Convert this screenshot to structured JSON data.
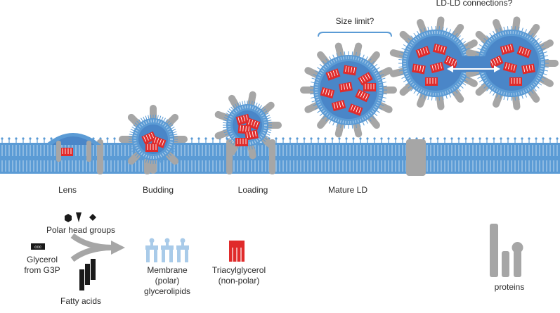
{
  "colors": {
    "membrane": "#5b9bd5",
    "lipid_light": "#a9cbe9",
    "core": "#4a86c8",
    "tag": "#e02b2b",
    "protein": "#a6a6a6",
    "text": "#2b2b2b",
    "ink": "#1a1a1a"
  },
  "stages": {
    "lens": "Lens",
    "budding": "Budding",
    "loading": "Loading",
    "mature": "Mature LD"
  },
  "annotations": {
    "size_limit": "Size limit?",
    "connections": "LD-LD connections?"
  },
  "legend": {
    "polar_head_groups": "Polar head groups",
    "glycerol_line1": "Glycerol",
    "glycerol_line2": "from G3P",
    "fatty_acids": "Fatty acids",
    "membrane_line1": "Membrane",
    "membrane_line2": "(polar)",
    "membrane_line3": "glycerolipids",
    "tag_line1": "Triacylglycerol",
    "tag_line2": "(non-polar)",
    "proteins": "proteins",
    "glycerol_code": "ccc"
  },
  "icons": {
    "hexagon": "hexagon-icon",
    "triangle": "triangle-icon",
    "diamond": "diamond-icon",
    "arrow": "merge-arrow-icon",
    "protein": "protein-icon"
  }
}
